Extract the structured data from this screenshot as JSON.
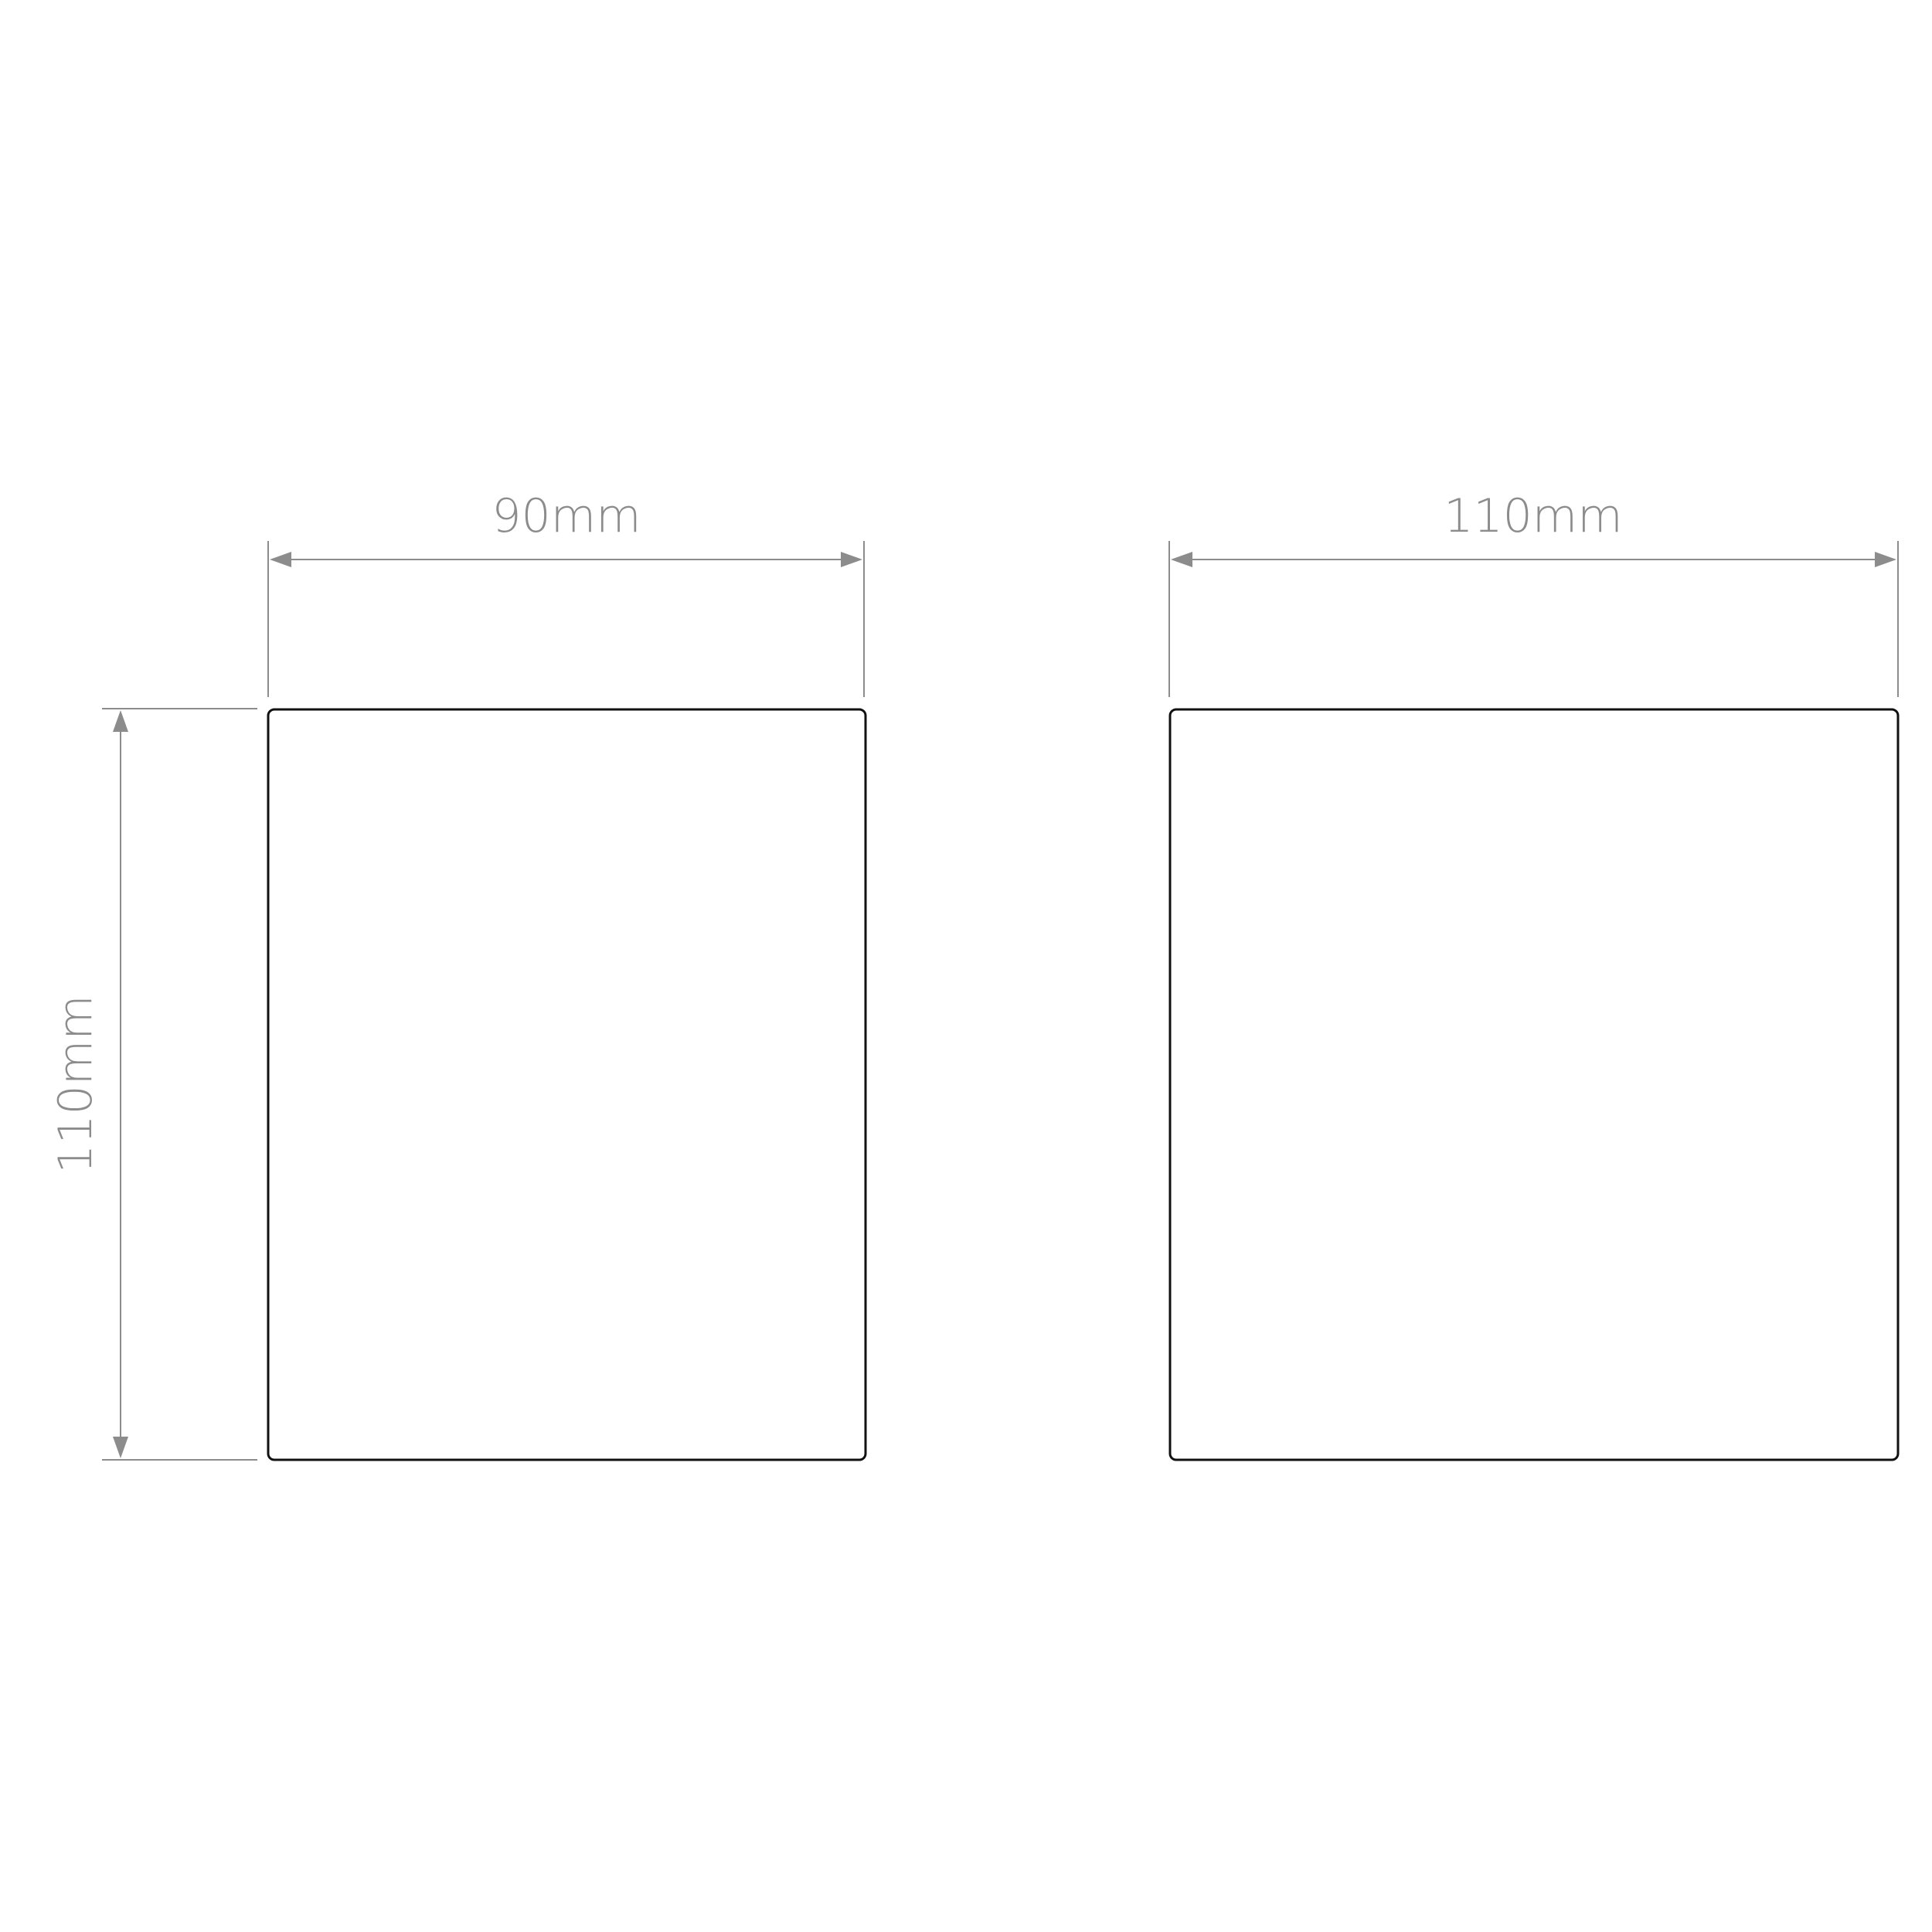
{
  "views": {
    "front": {
      "width_label": "90mm",
      "height_label": "110mm"
    },
    "side": {
      "width_label": "110mm"
    }
  },
  "colors": {
    "dimension": "#8c8c8c",
    "outline": "#111111",
    "background": "#ffffff"
  }
}
